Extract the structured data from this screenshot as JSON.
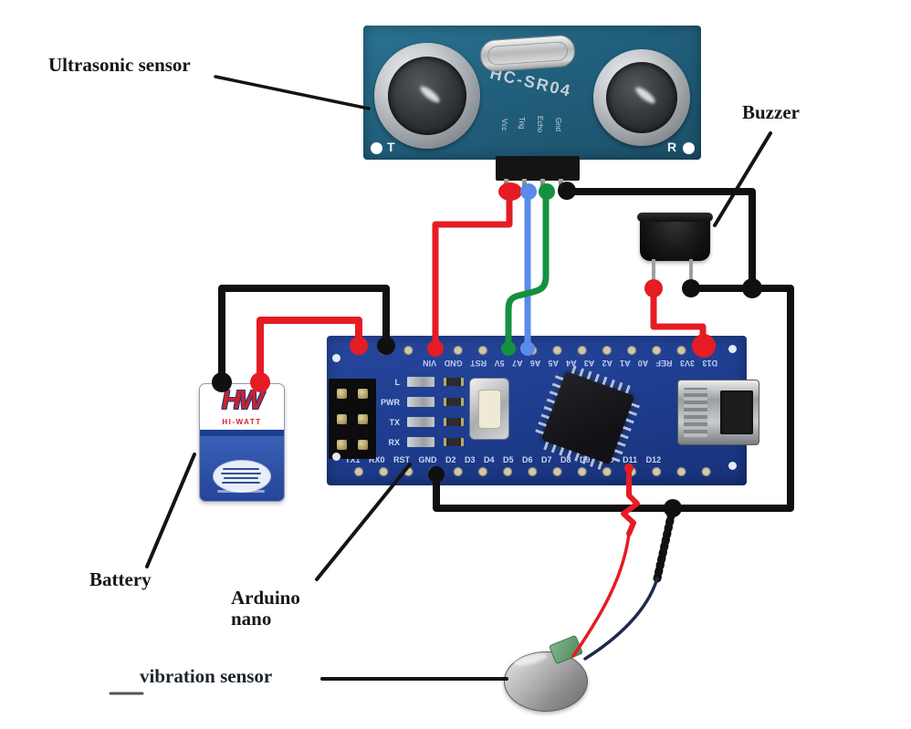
{
  "diagram": {
    "labels": {
      "ultrasonic": "Ultrasonic sensor",
      "buzzer": "Buzzer",
      "battery": "Battery",
      "arduino_line1": "Arduino",
      "arduino_line2": "nano",
      "vibration": "vibration sensor"
    },
    "ultrasonic_module": {
      "silk_text": "HC-SR04",
      "pin_labels": [
        "Vcc",
        "Trig",
        "Echo",
        "Gnd"
      ],
      "transmitter_mark": "T",
      "receiver_mark": "R"
    },
    "arduino_board": {
      "top_pin_labels": "VIN GND RST 5V A7 A6 A5 A4 A3 A2 A1 A0 REF 3V3 D13",
      "bottom_pin_labels": "TX1 RX0 RST GND D2 D3 D4 D5 D6 D7 D8 D9 D10 D11 D12",
      "led_labels": [
        "L",
        "PWR",
        "TX",
        "RX"
      ]
    },
    "battery": {
      "logo": "HW",
      "brand": "HI-WATT"
    },
    "colors": {
      "wire_red": "#e51c24",
      "wire_black": "#101010",
      "wire_blue": "#5b8bea",
      "wire_green": "#14913f",
      "wire_navy": "#1d2b4d",
      "pcb_teal": "#215f7c",
      "pcb_blue": "#1e3d8f",
      "battery_blue": "#2f55ab",
      "logo_red": "#d31f26",
      "label_ink": "#171717"
    }
  }
}
